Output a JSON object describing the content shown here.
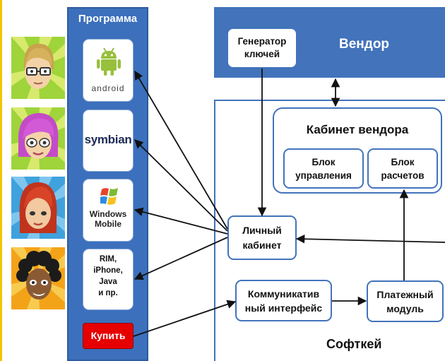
{
  "program_panel": {
    "title": "Программа"
  },
  "platforms": [
    {
      "id": "android",
      "label": "android"
    },
    {
      "id": "symbian",
      "label": "symbian"
    },
    {
      "id": "windows-mobile",
      "label": "Windows Mobile",
      "lines": [
        "Windows",
        "Mobile"
      ]
    },
    {
      "id": "other",
      "lines": [
        "RIM,",
        "iPhone,",
        "Java",
        "и пр."
      ]
    }
  ],
  "buy_button": {
    "label": "Купить"
  },
  "vendor": {
    "label": "Вендор",
    "key_generator": [
      "Генератор",
      "ключей"
    ]
  },
  "vendor_cabinet": {
    "title": "Кабинет вендора",
    "control_block": [
      "Блок",
      "управления"
    ],
    "payments_block": [
      "Блок",
      "расчетов"
    ]
  },
  "softkey": {
    "label": "Софткей",
    "personal_cabinet": [
      "Личный",
      "кабинет"
    ],
    "comm_interface": [
      "Коммуникатив",
      "ный интерфейс"
    ],
    "payment_module": [
      "Платежный",
      "модуль"
    ]
  },
  "colors": {
    "panel_blue": "#3c70bc",
    "buy_red": "#e60000",
    "accent_yellow": "#f2c500",
    "android_green": "#97c03d"
  }
}
